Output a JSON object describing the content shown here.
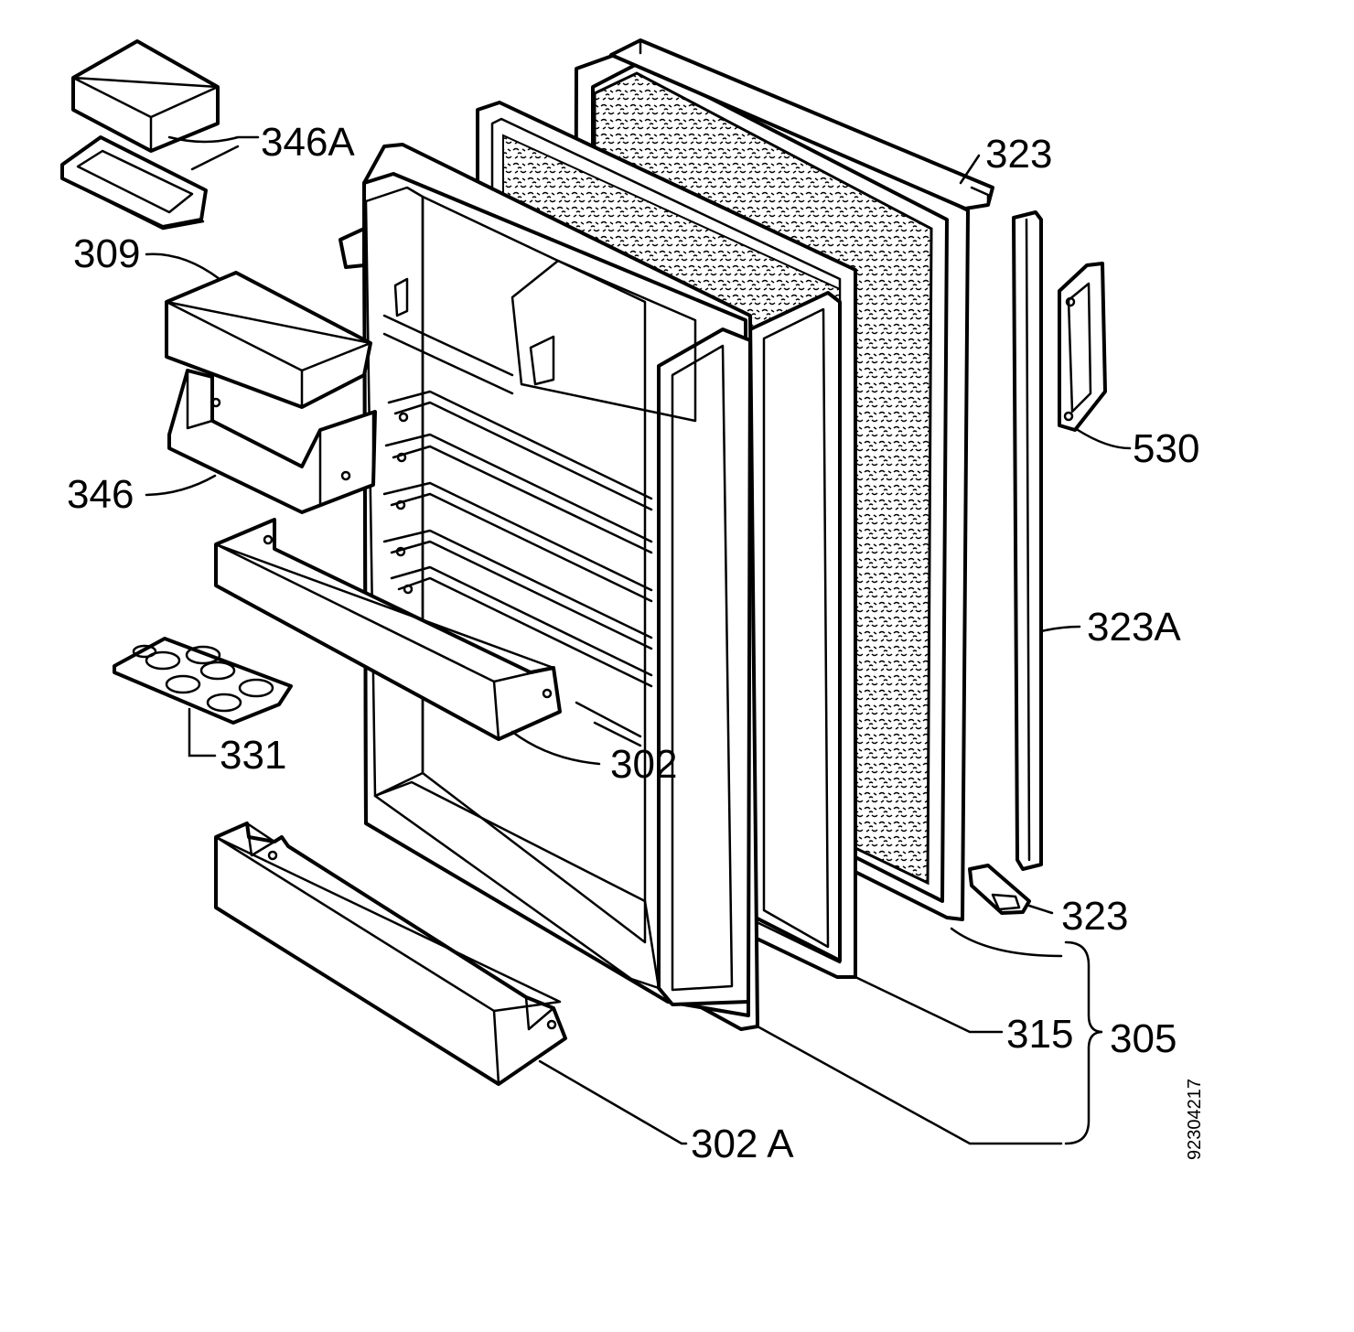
{
  "labels": {
    "p346A": "346A",
    "p309": "309",
    "p346": "346",
    "p331": "331",
    "p302": "302",
    "p302A": "302 A",
    "p323_top": "323",
    "p530": "530",
    "p323A": "323A",
    "p323_bottom": "323",
    "p315": "315",
    "p305": "305"
  },
  "drawing_number": "92304217",
  "colors": {
    "ink": "#000000",
    "paper": "#ffffff"
  }
}
